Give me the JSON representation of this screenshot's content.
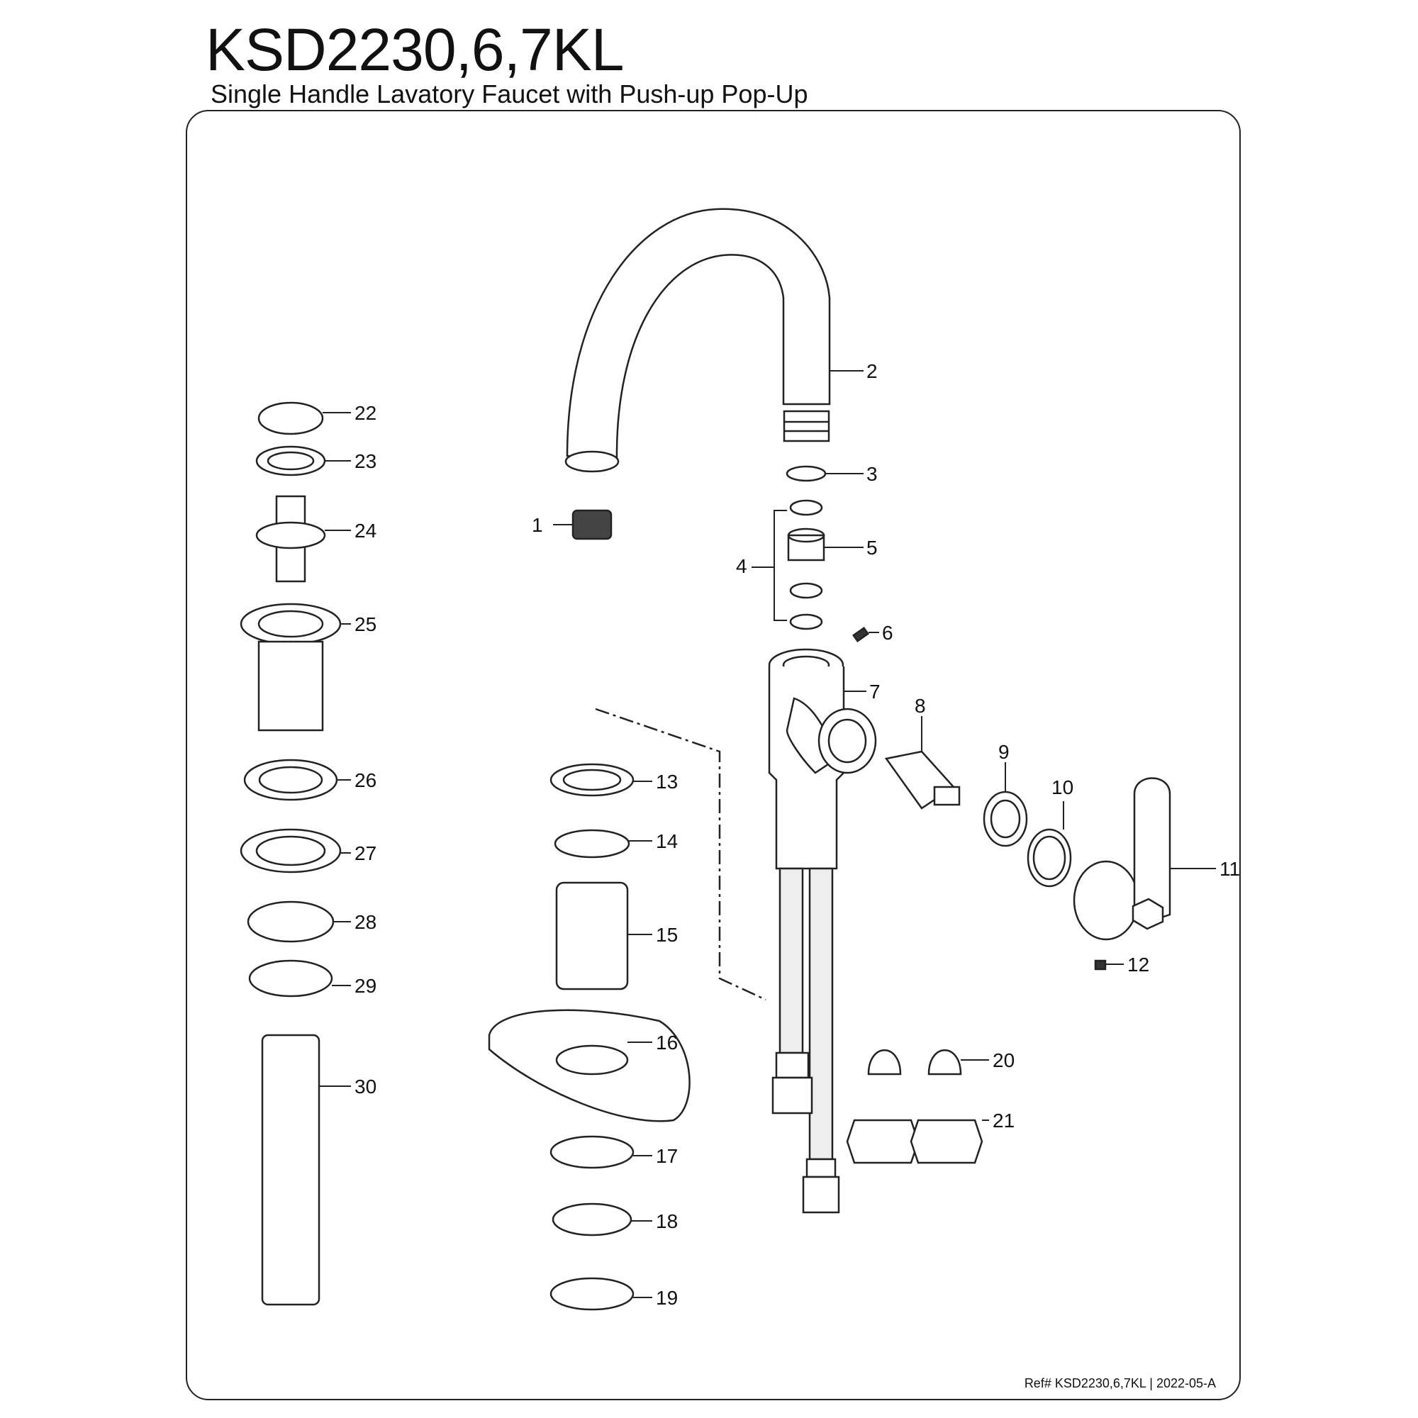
{
  "header": {
    "title": "KSD2230,6,7KL",
    "subtitle": "Single Handle Lavatory Faucet with Push-up Pop-Up"
  },
  "footer": {
    "ref": "Ref# KSD2230,6,7KL | 2022-05-A"
  },
  "callouts": [
    "1",
    "2",
    "3",
    "4",
    "5",
    "6",
    "7",
    "8",
    "9",
    "10",
    "11",
    "12",
    "13",
    "14",
    "15",
    "16",
    "17",
    "18",
    "19",
    "20",
    "21",
    "22",
    "23",
    "24",
    "25",
    "26",
    "27",
    "28",
    "29",
    "30"
  ]
}
